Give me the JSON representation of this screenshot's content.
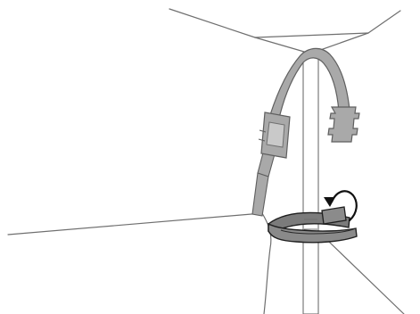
{
  "diagram": {
    "elements": [
      "tent-roof-edges",
      "tent-wall-edges",
      "frame-pole",
      "strap-loop",
      "side-release-buckle",
      "hook-and-loop-fastener",
      "wrap-direction-arrow"
    ]
  },
  "colors": {
    "line": "#6f6f6f",
    "strap_fill": "#a9a9a9",
    "strap_stroke": "#5f5f5f",
    "wrap_fill": "#7b7b7b",
    "wrap_stroke": "#1f1f1f",
    "arrow_stroke": "#111111",
    "pole_fill": "#ffffff"
  }
}
